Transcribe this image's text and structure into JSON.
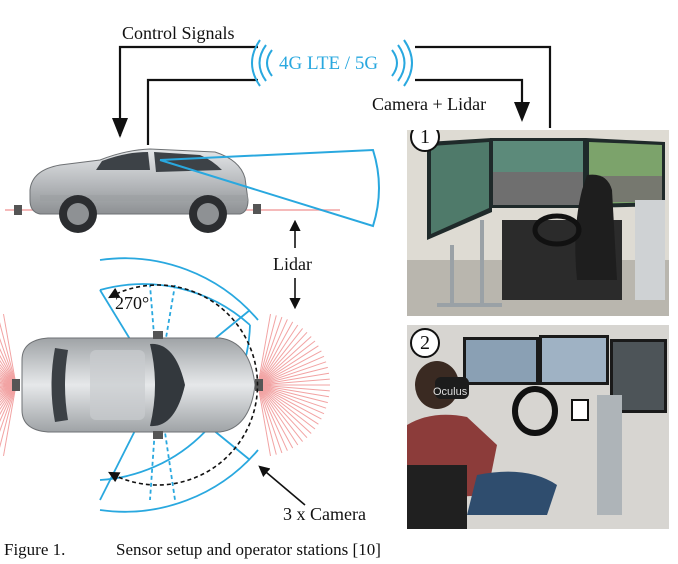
{
  "labels": {
    "control_signals": "Control Signals",
    "network": "4G LTE / 5G",
    "camera_lidar": "Camera + Lidar",
    "lidar": "Lidar",
    "angle": "270°",
    "three_camera": "3 x Camera"
  },
  "stations": [
    {
      "number": "1"
    },
    {
      "number": "2"
    }
  ],
  "screen_text": {
    "brand": "Oculus"
  },
  "caption": {
    "figure": "Figure 1.",
    "text": "Sensor setup and operator stations [10]"
  },
  "colors": {
    "accent": "#29a8df",
    "lidar_rays": "#f2a3a3",
    "arrow": "#111111",
    "car_body": "#b9bcbf"
  }
}
